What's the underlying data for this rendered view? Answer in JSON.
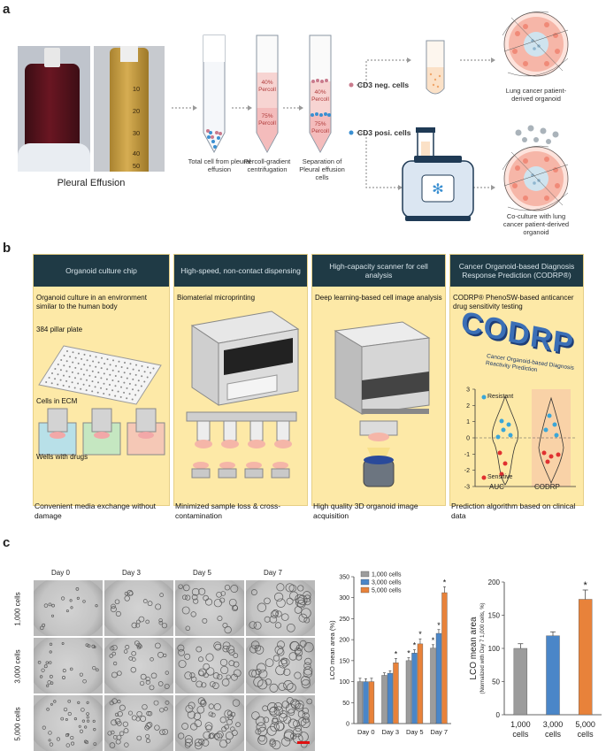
{
  "panel_labels": {
    "a": "a",
    "b": "b",
    "c": "c"
  },
  "panel_a": {
    "photo_caption": "Pleural Effusion",
    "tube_scale": [
      "10",
      "20",
      "30",
      "40",
      "50"
    ],
    "tube1_caption": "Total cell from pleural effusion",
    "tube2_caption": "Percoll-gradient centrifugation",
    "tube2_top": "40% Percoll",
    "tube2_bottom": "75% Percoll",
    "tube3_caption": "Separation of Pleural effusion cells",
    "tube3_top": "40% Percoll",
    "tube3_bottom": "75% Percoll",
    "cd3_neg": "CD3 neg. cells",
    "cd3_pos": "CD3 posi. cells",
    "organoid1_caption": "Lung cancer patient-derived organoid",
    "organoid2_caption": "Co-culture with lung cancer patient-derived organoid",
    "colors": {
      "cd3_neg_dot": "#c97a8c",
      "cd3_pos_dot": "#3a8fd1",
      "organoid_fill": "#f7b3a6",
      "percoll_pink": "#f4bcbc"
    }
  },
  "panel_b": {
    "columns": [
      {
        "header": "Organoid culture chip",
        "subtitle": "Organoid culture in an environment similar to the human body",
        "label1": "384 pillar plate",
        "label2": "Cells in ECM",
        "label3": "Wells with drugs",
        "footer": "Convenient media exchange without damage"
      },
      {
        "header": "High-speed, non-contact dispensing",
        "subtitle": "Biomaterial microprinting",
        "footer": "Minimized sample loss & cross-contamination"
      },
      {
        "header": "High-capacity scanner for cell analysis",
        "subtitle": "Deep learning-based cell image analysis",
        "footer": "High quality 3D organoid image acquisition"
      },
      {
        "header": "Cancer Organoid-based Diagnosis Response Prediction (CODRP®)",
        "subtitle": "CODRP® PhenoSW-based anticancer drug sensitivity testing",
        "logo": "CODRP",
        "logo_sub": "Cancer Organoid-based Diagnosis Reactivity Prediction",
        "footer": "Prediction algorithm based on clinical data"
      }
    ],
    "violin": {
      "y_ticks": [
        "3",
        "2",
        "1",
        "0",
        "-1",
        "-2",
        "-3"
      ],
      "x_labels": [
        "AUC",
        "CODRP"
      ],
      "resistant": "Resistant",
      "sensitive": "Sensitive",
      "colors": {
        "resistant": "#3aa6d8",
        "sensitive": "#e03030"
      }
    }
  },
  "panel_c": {
    "days": [
      "Day 0",
      "Day 3",
      "Day 5",
      "Day 7"
    ],
    "rows": [
      "1,000 cells",
      "3,000 cells",
      "5,000 cells"
    ]
  },
  "chart_data": [
    {
      "type": "bar",
      "categories": [
        "Day 0",
        "Day 3",
        "Day 5",
        "Day 7"
      ],
      "series": [
        {
          "name": "1,000 cells",
          "values": [
            100,
            115,
            150,
            180
          ],
          "errors": [
            8,
            6,
            7,
            8
          ],
          "color": "#9c9c9c"
        },
        {
          "name": "3,000 cells",
          "values": [
            100,
            120,
            168,
            215
          ],
          "errors": [
            7,
            6,
            8,
            9
          ],
          "color": "#4a86c8"
        },
        {
          "name": "5,000 cells",
          "values": [
            100,
            145,
            190,
            312
          ],
          "errors": [
            8,
            10,
            12,
            14
          ],
          "color": "#e8823a"
        }
      ],
      "significance": [
        [
          false,
          false,
          false
        ],
        [
          false,
          false,
          true
        ],
        [
          true,
          true,
          true
        ],
        [
          true,
          true,
          true
        ]
      ],
      "ylabel": "LCO mean area (%)",
      "ylim": [
        0,
        350
      ],
      "yticks": [
        0,
        50,
        100,
        150,
        200,
        250,
        300,
        350
      ],
      "legend": "top-left"
    },
    {
      "type": "bar",
      "categories": [
        "1,000 cells",
        "3,000 cells",
        "5,000 cells"
      ],
      "values": [
        100,
        119,
        174
      ],
      "errors": [
        7,
        6,
        14
      ],
      "colors": [
        "#9c9c9c",
        "#4a86c8",
        "#e8823a"
      ],
      "significance": [
        false,
        false,
        true
      ],
      "ylabel": "LCO mean area",
      "ylabel2": "(Normalized with Day 7 1,000 cells, %)",
      "ylim": [
        0,
        200
      ],
      "yticks": [
        0,
        50,
        100,
        150,
        200
      ]
    }
  ]
}
